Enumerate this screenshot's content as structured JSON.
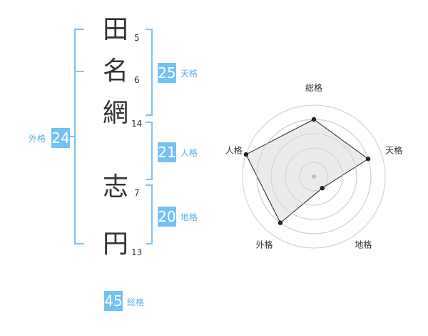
{
  "name": {
    "characters": [
      {
        "char": "田",
        "strokes": "5"
      },
      {
        "char": "名",
        "strokes": "6"
      },
      {
        "char": "網",
        "strokes": "14"
      },
      {
        "char": "志",
        "strokes": "7"
      },
      {
        "char": "円",
        "strokes": "13"
      }
    ]
  },
  "fortunes": {
    "tenkaku": {
      "value": "25",
      "label": "天格"
    },
    "jinkaku": {
      "value": "21",
      "label": "人格"
    },
    "chikaku": {
      "value": "20",
      "label": "地格"
    },
    "gaikaku": {
      "value": "24",
      "label": "外格"
    },
    "soukaku": {
      "value": "45",
      "label": "総格"
    }
  },
  "chart_data": {
    "type": "radar",
    "axes": [
      "総格",
      "天格",
      "地格",
      "外格",
      "人格"
    ],
    "values": [
      4,
      4,
      1,
      4,
      5
    ],
    "max": 5,
    "rings": 5,
    "colors": {
      "fill": "#e8e8e8",
      "stroke": "#222222",
      "grid": "#cccccc",
      "accent": "#74c1f5"
    }
  }
}
